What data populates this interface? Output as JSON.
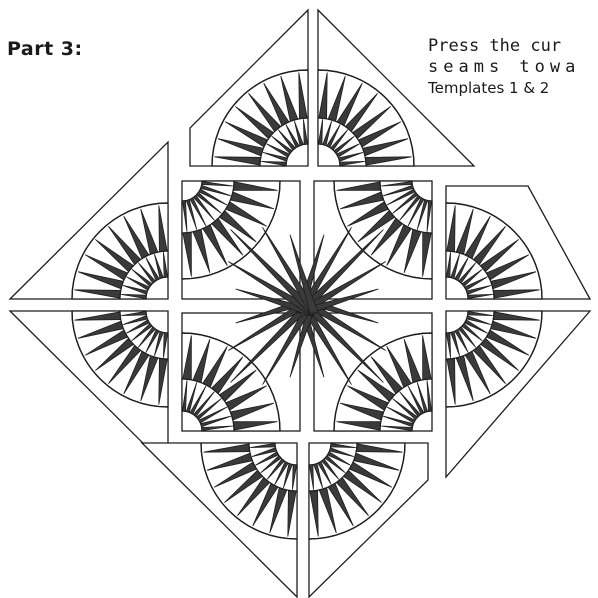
{
  "page": {
    "heading": "Part 3:",
    "instruction_lines": [
      "Press the cur",
      "seams towa",
      "Templates 1 & 2"
    ]
  },
  "diagram": {
    "description_colors": {
      "dark_spike": "#3a3a3a",
      "outline": "#1e1e1e",
      "paper": "#ffffff"
    },
    "center_blocks": [
      {
        "id": "tl",
        "fan": "top-left"
      },
      {
        "id": "tr",
        "fan": "top-right"
      },
      {
        "id": "bl",
        "fan": "bottom-left"
      },
      {
        "id": "br",
        "fan": "bottom-right"
      }
    ],
    "edge_arcs": [
      {
        "id": "top-left"
      },
      {
        "id": "top-right"
      },
      {
        "id": "left-top"
      },
      {
        "id": "left-bottom"
      },
      {
        "id": "right-top"
      },
      {
        "id": "right-bottom"
      },
      {
        "id": "bottom-left"
      },
      {
        "id": "bottom-right"
      }
    ]
  }
}
